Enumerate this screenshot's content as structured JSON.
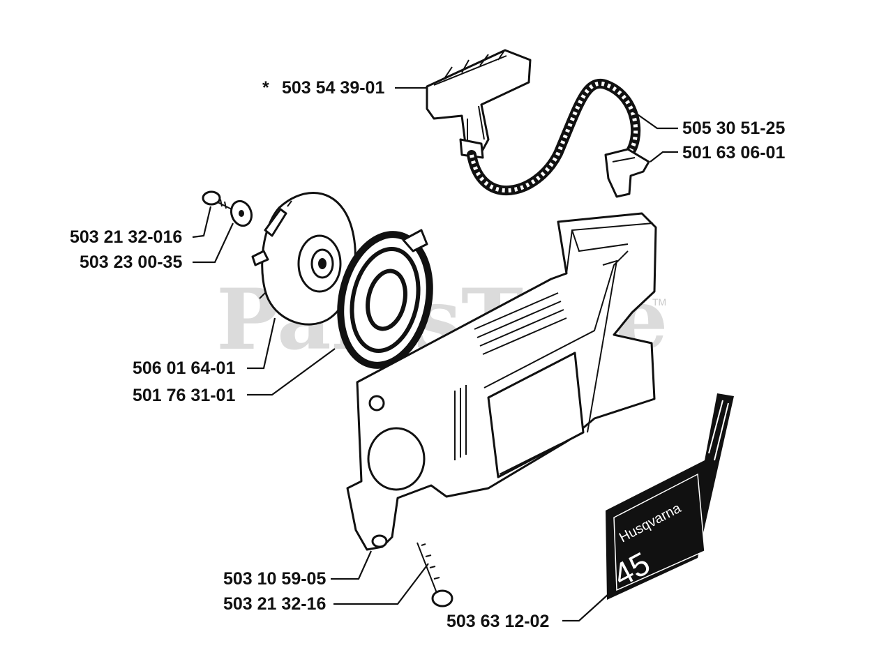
{
  "watermark": {
    "text": "PartsTree",
    "mark": "TM"
  },
  "parts": [
    {
      "id": "handle",
      "number": "503 54 39-01",
      "asterisk": "*"
    },
    {
      "id": "rope",
      "number": "505 30 51-25"
    },
    {
      "id": "rope-grip",
      "number": "501 63 06-01"
    },
    {
      "id": "screw-top",
      "number": "503 21 32-016"
    },
    {
      "id": "washer",
      "number": "503 23 00-35"
    },
    {
      "id": "pulley",
      "number": "506 01 64-01"
    },
    {
      "id": "spring",
      "number": "501 76 31-01"
    },
    {
      "id": "bracket",
      "number": "503 10 59-05"
    },
    {
      "id": "screw-bottom",
      "number": "503 21 32-16"
    },
    {
      "id": "decal",
      "number": "503 63 12-02"
    }
  ],
  "decal": {
    "brand": "Husqvarna",
    "model": "45"
  }
}
